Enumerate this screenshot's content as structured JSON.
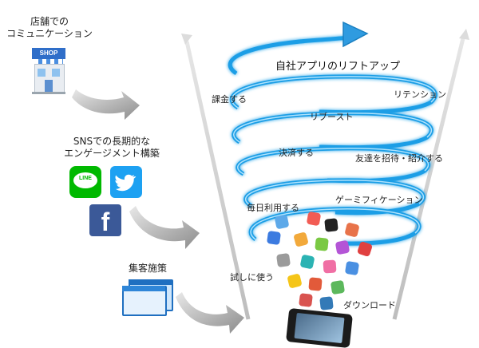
{
  "left": {
    "store_title_1": "店舗での",
    "store_title_2": "コミュニケーション",
    "shop_sign": "SHOP",
    "sns_title_1": "SNSでの長期的な",
    "sns_title_2": "エンゲージメント構築",
    "line_icon_text": "LINE",
    "facebook_icon_text": "f",
    "ads_title": "集客施策"
  },
  "funnel": {
    "title": "自社アプリのリフトアップ",
    "labels": {
      "billing": "課金する",
      "retention": "リテンション",
      "boost": "リブースト",
      "payment": "決済する",
      "invite": "友達を招待・紹介する",
      "gamification": "ゲーミフィケーション",
      "daily_use": "毎日利用する",
      "trial": "試しに使う",
      "download": "ダウンロード"
    }
  },
  "colors": {
    "spiral": "#1a9ee6",
    "spiral_glow": "#7fd3ff",
    "arrow_gray": "#9a9a9a",
    "line_green": "#00b900",
    "twitter_blue": "#1da1f2",
    "facebook_blue": "#3b5998",
    "shop_blue": "#2f6ec9"
  }
}
